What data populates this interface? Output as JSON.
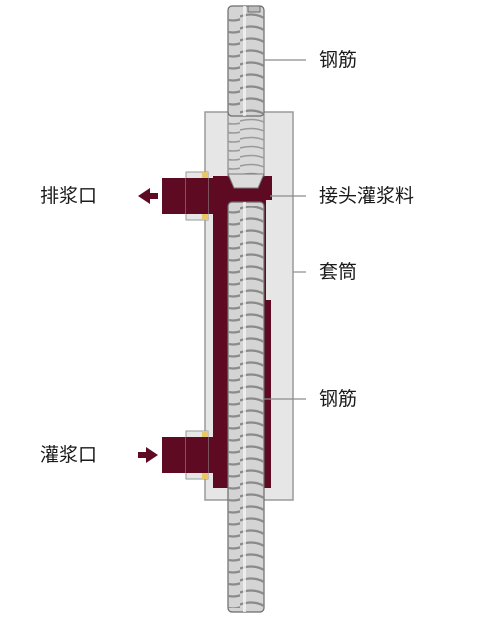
{
  "diagram": {
    "labels": {
      "rebar_top": "钢筋",
      "grout_material": "接头灌浆料",
      "sleeve": "套筒",
      "rebar_bottom": "钢筋",
      "outlet_port": "排浆口",
      "inlet_port": "灌浆口"
    },
    "colors": {
      "grout": "#5e0a22",
      "sleeve": "#e6e6e6",
      "sleeve_edge": "#9a9a9a",
      "rebar": "#d4d4d4",
      "rebar_edge": "#6a6a6a",
      "rib": "#8a8a8a",
      "leader": "#8c8c8c",
      "port_tip": "#e8c86a",
      "text": "#1a1a1a"
    },
    "icons": [
      "arrow-left-icon",
      "arrow-right-icon"
    ]
  }
}
